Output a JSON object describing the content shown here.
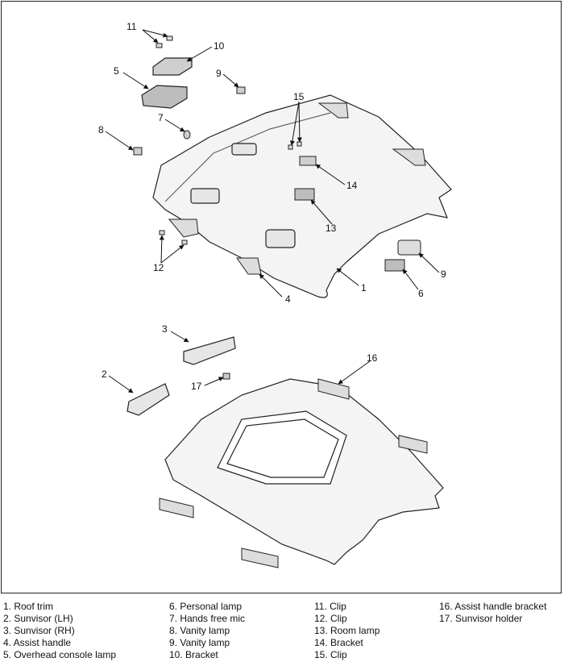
{
  "callouts": {
    "c1": "1",
    "c2": "2",
    "c3": "3",
    "c4": "4",
    "c5": "5",
    "c6": "6",
    "c7": "7",
    "c8": "8",
    "c9a": "9",
    "c9b": "9",
    "c10": "10",
    "c11": "11",
    "c12": "12",
    "c13": "13",
    "c14": "14",
    "c15": "15",
    "c16": "16",
    "c17": "17"
  },
  "legend": {
    "col1": [
      "1. Roof trim",
      "2. Sunvisor (LH)",
      "3. Sunvisor (RH)",
      "4. Assist handle",
      "5. Overhead console lamp"
    ],
    "col2": [
      "6. Personal lamp",
      "7. Hands free mic",
      "8. Vanity lamp",
      "9. Vanity lamp",
      "10. Bracket"
    ],
    "col3": [
      "11. Clip",
      "12. Clip",
      "13. Room lamp",
      "14. Bracket",
      "15. Clip"
    ],
    "col4": [
      "16. Assist handle bracket",
      "17. Sunvisor holder"
    ]
  }
}
